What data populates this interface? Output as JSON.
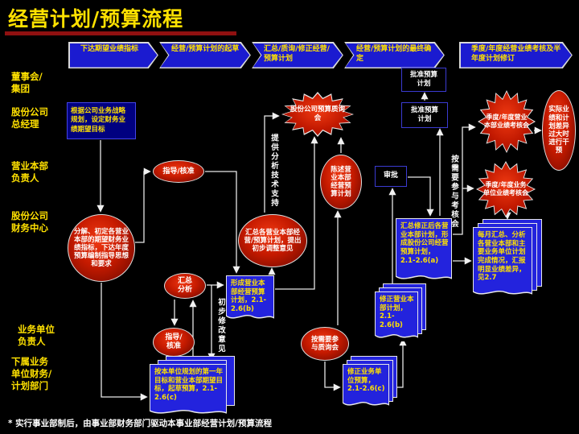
{
  "slide": {
    "title": "经营计划/预算流程"
  },
  "banner_steps": [
    {
      "label": "下达期望业绩指标"
    },
    {
      "label": "经营/预算计划的起草"
    },
    {
      "label": "汇总/质询/修正经营/预算计划"
    },
    {
      "label": "经营/预算计划的最终确定"
    },
    {
      "label": "季度/年度经营业绩考核及半年度计划修订"
    }
  ],
  "row_labels": [
    {
      "label": "董事会/\n集团"
    },
    {
      "label": "股份公司\n总经理"
    },
    {
      "label": "营业本部\n负责人"
    },
    {
      "label": "股份公司\n财务中心"
    },
    {
      "label": "业务单位\n负责人"
    },
    {
      "label": "下属业务\n单位财务/\n计划部门"
    }
  ],
  "nodes": {
    "strategy_box": {
      "label": "根据公司业务战略规划，设定财务业绩期望目标"
    },
    "guide_approve_top": {
      "label": "指导/核准"
    },
    "decompose": {
      "label": "分解、初定各营业本部的期望财务业绩指标，下达年度预算编制指导思想和要求"
    },
    "summarize_analyze": {
      "label": "汇总分析"
    },
    "guide_approve_mid": {
      "label": "指导/核准"
    },
    "form_division_plan": {
      "label": "形成营业本部经营预算计划，2.1-2.6(b)"
    },
    "draft_unit_budget": {
      "label": "按本单位规划的第一年目标和营业本部期望目标，起草预算，2.1-2.6(c)"
    },
    "consolidate_plans": {
      "label": "汇总各营业本部经营/预算计划，提出初步调整意见"
    },
    "budget_inquiry_meeting": {
      "label": "股份公司预算质询会"
    },
    "present_plan": {
      "label": "陈述营业本部经营预算计划"
    },
    "attend_inquiry": {
      "label": "按需要参与质询会"
    },
    "approve_budget_board": {
      "label": "批准预算计划"
    },
    "approve_budget_gm": {
      "label": "批准预算计划"
    },
    "review_approve": {
      "label": "审批"
    },
    "consolidated_company_plan": {
      "label": "汇总修正后各营业本部计划，形成股份公司经营预算计划，2.1-2.6(a)"
    },
    "monthly_analysis": {
      "label": "每月汇总、分析各营业本部和主要业务单位计划完成情况，汇报明显业绩差异，见2.7"
    },
    "revise_division_plan": {
      "label": "修正营业本部计划，2.1-2.6(b)"
    },
    "revise_unit_budget": {
      "label": "修正业务单位预算，2.1-2.6(c)"
    },
    "division_review_meeting": {
      "label": "季度/年度营业本部业绩考核会"
    },
    "unit_review_meeting": {
      "label": "季度/年度业务单位业绩考核会"
    },
    "intervene": {
      "label": "实际业绩和计划差异过大时进行干预"
    }
  },
  "edge_labels": {
    "analysis_support": "提供分析技术支持",
    "initial_revision": "初步修改意见",
    "attend_review": "按需要参与考核会"
  },
  "footnote": "* 实行事业部制后，由事业部财务部门驱动本事业部经营计划/预算流程",
  "colors": {
    "background": "#000000",
    "title_yellow": "#ffe100",
    "banner_blue": "#1b1bd0",
    "doc_blue": "#2323dd",
    "node_red": "#c51a00",
    "underline_red": "#8f1010",
    "line_white": "#e8e8e8"
  }
}
